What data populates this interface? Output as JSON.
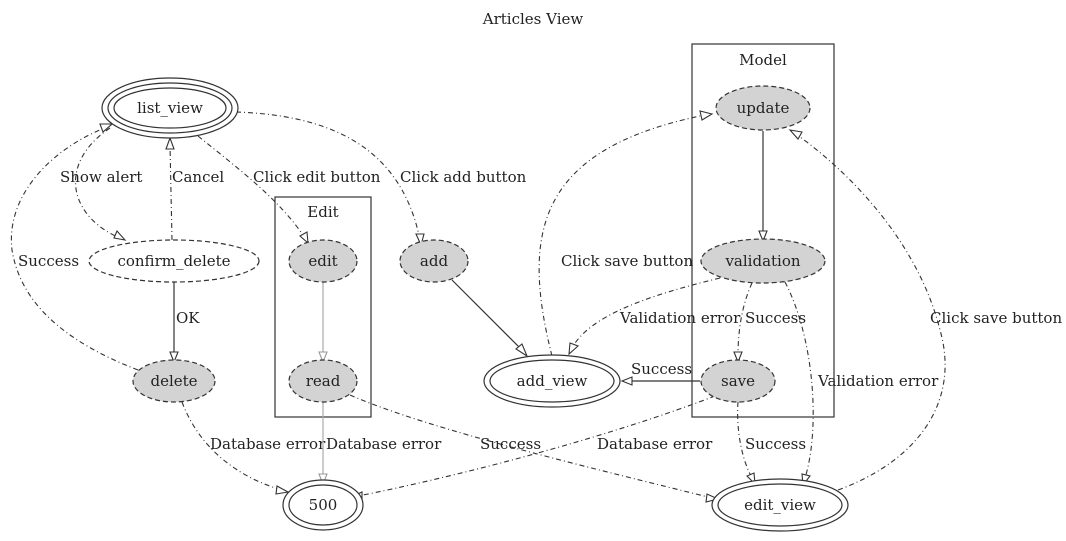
{
  "title": "Articles View",
  "clusters": {
    "edit": "Edit",
    "model": "Model"
  },
  "nodes": {
    "list_view": "list_view",
    "confirm_delete": "confirm_delete",
    "delete": "delete",
    "edit": "edit",
    "read": "read",
    "add": "add",
    "add_view": "add_view",
    "update": "update",
    "validation": "validation",
    "save": "save",
    "err500": "500",
    "edit_view": "edit_view"
  },
  "edges": {
    "show_alert": "Show alert",
    "cancel": "Cancel",
    "click_edit": "Click edit button",
    "click_add": "Click add button",
    "success_delete": "Success",
    "ok": "OK",
    "click_save_add": "Click save button",
    "validation_error_add": "Validation error",
    "success_validation": "Success",
    "success_save_add": "Success",
    "validation_error_edit": "Validation error",
    "click_save_edit": "Click save button",
    "db_error_delete": "Database error",
    "db_error_read": "Database error",
    "success_read": "Success",
    "db_error_save": "Database error",
    "success_save_edit": "Success"
  }
}
